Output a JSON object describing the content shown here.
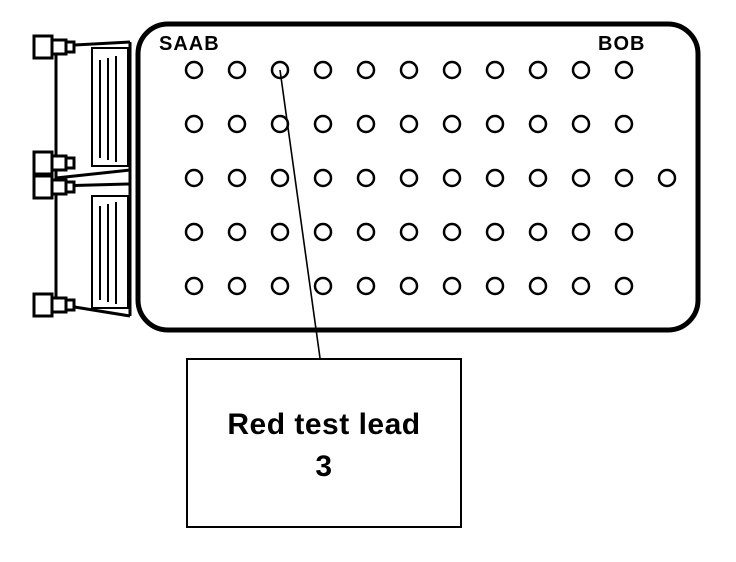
{
  "header": {
    "brand_left": "SAAB",
    "brand_right": "BOB"
  },
  "callout": {
    "line1": "Red test lead",
    "line2": "3"
  },
  "pin_grid": {
    "rows": [
      11,
      11,
      12,
      11,
      11
    ],
    "highlighted_pin": {
      "row": 1,
      "col": 3
    }
  },
  "colors": {
    "ink": "#000000",
    "paper": "#ffffff"
  }
}
